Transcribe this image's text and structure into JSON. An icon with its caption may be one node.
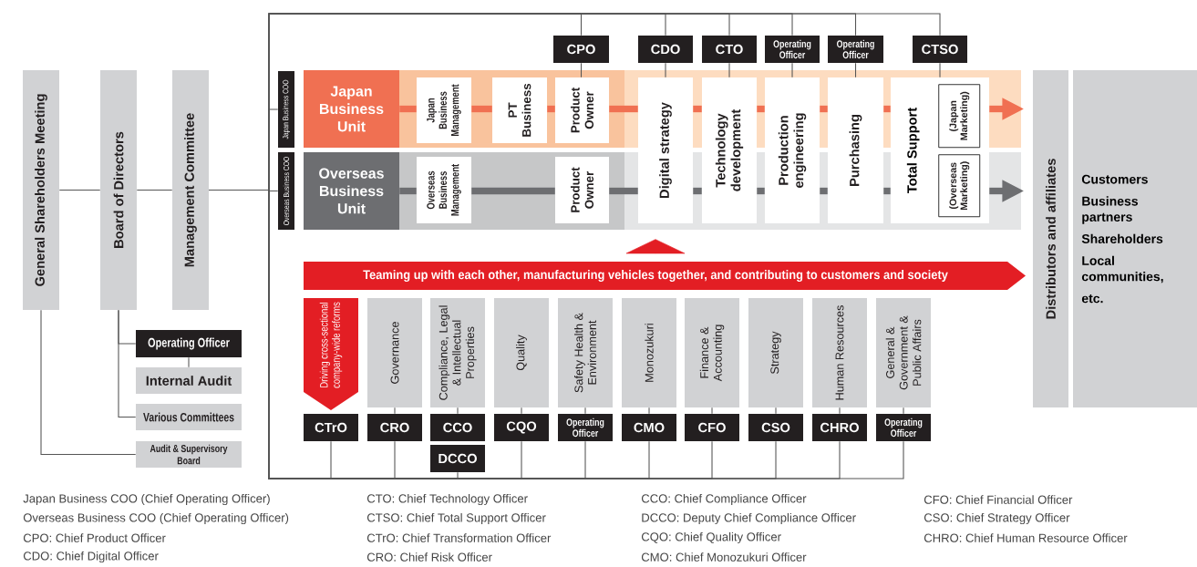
{
  "diagram": {
    "nodes": [
      {
        "text": [
          "General Shareholders Meeting"
        ]
      },
      {
        "text": [
          "Board of Directors"
        ]
      },
      {
        "text": [
          "Management Committee"
        ]
      },
      {
        "text": [
          "Operating Officer"
        ]
      },
      {
        "text": [
          "Internal Audit"
        ]
      },
      {
        "text": [
          "Various Committees"
        ]
      },
      {
        "text": [
          "Audit & Supervisory Board"
        ]
      },
      {
        "text": [
          "CPO"
        ]
      },
      {
        "text": [
          "CDO"
        ]
      },
      {
        "text": [
          "CTO"
        ]
      },
      {
        "text": [
          "Operating Officer"
        ]
      },
      {
        "text": [
          "Operating Officer"
        ]
      },
      {
        "text": [
          "CTSO"
        ]
      },
      {
        "text": [
          "Japan Business COO"
        ]
      },
      {
        "text": [
          "Overseas Business COO"
        ]
      },
      {
        "text": [
          "Japan Business Unit"
        ]
      },
      {
        "text": [
          "Japan Business Management"
        ]
      },
      {
        "text": [
          "PT Business"
        ]
      },
      {
        "text": [
          "Product Owner"
        ]
      },
      {
        "text": [
          "Overseas Business Unit"
        ]
      },
      {
        "text": [
          "Overseas Business Management"
        ]
      },
      {
        "text": [
          "Product Owner"
        ]
      },
      {
        "text": [
          "Digital strategy"
        ]
      },
      {
        "text": [
          "Technology development"
        ]
      },
      {
        "text": [
          "Production engineering"
        ]
      },
      {
        "text": [
          "Purchasing"
        ]
      },
      {
        "text": [
          "Total Support"
        ]
      },
      {
        "text": [
          "(Japan Marketing)"
        ],
        "in": 26
      },
      {
        "text": [
          "(Overseas Marketing)"
        ],
        "in": 26
      },
      {
        "text": [
          "Teaming up with each other, manufacturing vehicles together, and contributing to customers and society"
        ]
      },
      {
        "text": [
          "Driving cross-sectional company-wide reforms"
        ]
      },
      {
        "text": [
          "Governance"
        ]
      },
      {
        "text": [
          "Compliance, Legal & Intellectual Properties"
        ]
      },
      {
        "text": [
          "Quality"
        ]
      },
      {
        "text": [
          "Safety Health & Environment"
        ]
      },
      {
        "text": [
          "Monozukuri"
        ]
      },
      {
        "text": [
          "Finance & Accounting"
        ]
      },
      {
        "text": [
          "Strategy"
        ]
      },
      {
        "text": [
          "Human Resources"
        ]
      },
      {
        "text": [
          "General & Government & Public Affairs"
        ]
      },
      {
        "text": [
          "CTrO"
        ]
      },
      {
        "text": [
          "CRO"
        ]
      },
      {
        "text": [
          "CCO"
        ]
      },
      {
        "text": [
          "CQO"
        ]
      },
      {
        "text": [
          "Operating Officer"
        ]
      },
      {
        "text": [
          "CMO"
        ]
      },
      {
        "text": [
          "CFO"
        ]
      },
      {
        "text": [
          "CSO"
        ]
      },
      {
        "text": [
          "CHRO"
        ]
      },
      {
        "text": [
          "Operating Officer"
        ]
      },
      {
        "text": [
          "DCCO"
        ]
      },
      {
        "text": [
          "Distributors and affiliates"
        ]
      },
      {
        "text": [
          "Customers",
          "Business partners",
          "Shareholders",
          "Local communities,",
          "etc."
        ]
      }
    ],
    "edges": [
      {
        "from": 0,
        "to": 1,
        "arrow": "none"
      },
      {
        "from": 1,
        "to": 2,
        "arrow": "none"
      },
      {
        "from": 1,
        "to": 3,
        "arrow": "none"
      },
      {
        "from": 3,
        "to": 4,
        "arrow": "none"
      },
      {
        "from": 1,
        "to": 5,
        "arrow": "none"
      },
      {
        "from": 0,
        "to": 6,
        "arrow": "none"
      },
      {
        "from": 2,
        "to": 13,
        "arrow": "none"
      },
      {
        "from": 2,
        "to": 14,
        "arrow": "none"
      },
      {
        "from": 2,
        "to": 7,
        "arrow": "none"
      },
      {
        "from": 2,
        "to": 8,
        "arrow": "none"
      },
      {
        "from": 2,
        "to": 9,
        "arrow": "none"
      },
      {
        "from": 2,
        "to": 10,
        "arrow": "none"
      },
      {
        "from": 2,
        "to": 11,
        "arrow": "none"
      },
      {
        "from": 2,
        "to": 12,
        "arrow": "none"
      },
      {
        "from": 7,
        "to": 18,
        "arrow": "none"
      },
      {
        "from": 8,
        "to": 22,
        "arrow": "none"
      },
      {
        "from": 9,
        "to": 23,
        "arrow": "none"
      },
      {
        "from": 10,
        "to": 24,
        "arrow": "none"
      },
      {
        "from": 11,
        "to": 25,
        "arrow": "none"
      },
      {
        "from": 12,
        "to": 26,
        "arrow": "none"
      },
      {
        "from": 15,
        "to": 16,
        "arrow": "none",
        "style": "thick",
        "color": "#f07052"
      },
      {
        "from": 16,
        "to": 17,
        "arrow": "none",
        "style": "thick",
        "color": "#f07052"
      },
      {
        "from": 17,
        "to": 18,
        "arrow": "none",
        "style": "thick",
        "color": "#f07052"
      },
      {
        "from": 18,
        "to": 22,
        "arrow": "none",
        "style": "thick",
        "color": "#f07052"
      },
      {
        "from": 22,
        "to": 23,
        "arrow": "none",
        "style": "thick",
        "color": "#f07052"
      },
      {
        "from": 23,
        "to": 24,
        "arrow": "none",
        "style": "thick",
        "color": "#f07052"
      },
      {
        "from": 24,
        "to": 25,
        "arrow": "none",
        "style": "thick",
        "color": "#f07052"
      },
      {
        "from": 25,
        "to": 26,
        "arrow": "none",
        "style": "thick",
        "color": "#f07052"
      },
      {
        "from": 26,
        "to": 51,
        "arrow": "to",
        "style": "thick",
        "color": "#f07052"
      },
      {
        "from": 19,
        "to": 20,
        "arrow": "none",
        "style": "thick",
        "color": "#6d6e71"
      },
      {
        "from": 20,
        "to": 21,
        "arrow": "none",
        "style": "thick",
        "color": "#6d6e71"
      },
      {
        "from": 21,
        "to": 22,
        "arrow": "none",
        "style": "thick",
        "color": "#6d6e71"
      },
      {
        "from": 22,
        "to": 23,
        "arrow": "none",
        "style": "thick",
        "color": "#6d6e71"
      },
      {
        "from": 23,
        "to": 24,
        "arrow": "none",
        "style": "thick",
        "color": "#6d6e71"
      },
      {
        "from": 24,
        "to": 25,
        "arrow": "none",
        "style": "thick",
        "color": "#6d6e71"
      },
      {
        "from": 25,
        "to": 26,
        "arrow": "none",
        "style": "thick",
        "color": "#6d6e71"
      },
      {
        "from": 26,
        "to": 51,
        "arrow": "to",
        "style": "thick",
        "color": "#6d6e71"
      },
      {
        "from": 29,
        "to": 22,
        "arrow": "to",
        "color": "#e31e24"
      },
      {
        "from": 31,
        "to": 41,
        "arrow": "none"
      },
      {
        "from": 32,
        "to": 42,
        "arrow": "none"
      },
      {
        "from": 33,
        "to": 43,
        "arrow": "none"
      },
      {
        "from": 34,
        "to": 44,
        "arrow": "none"
      },
      {
        "from": 35,
        "to": 45,
        "arrow": "none"
      },
      {
        "from": 36,
        "to": 46,
        "arrow": "none"
      },
      {
        "from": 37,
        "to": 47,
        "arrow": "none"
      },
      {
        "from": 38,
        "to": 48,
        "arrow": "none"
      },
      {
        "from": 39,
        "to": 49,
        "arrow": "none"
      },
      {
        "from": 2,
        "to": 40,
        "arrow": "none"
      },
      {
        "from": 2,
        "to": 41,
        "arrow": "none"
      },
      {
        "from": 2,
        "to": 50,
        "arrow": "none"
      },
      {
        "from": 2,
        "to": 43,
        "arrow": "none"
      },
      {
        "from": 2,
        "to": 44,
        "arrow": "none"
      },
      {
        "from": 2,
        "to": 45,
        "arrow": "none"
      },
      {
        "from": 2,
        "to": 46,
        "arrow": "none"
      },
      {
        "from": 2,
        "to": 47,
        "arrow": "none"
      },
      {
        "from": 2,
        "to": 48,
        "arrow": "none"
      },
      {
        "from": 2,
        "to": 49,
        "arrow": "none"
      }
    ],
    "labels": [
      "Japan Business COO (Chief Operating Officer)",
      "Overseas Business COO (Chief Operating Officer)",
      "CPO: Chief Product Officer",
      "CDO: Chief Digital Officer",
      "CTO: Chief Technology Officer",
      "CTSO: Chief Total Support Officer",
      "CTrO: Chief Transformation Officer",
      "CRO: Chief Risk Officer",
      "CCO: Chief Compliance Officer",
      "DCCO: Deputy Chief Compliance Officer",
      "CQO: Chief Quality Officer",
      "CMO: Chief Monozukuri Officer",
      "CFO: Chief Financial Officer",
      "CSO: Chief Strategy Officer",
      "CHRO: Chief Human Resource Officer"
    ]
  }
}
